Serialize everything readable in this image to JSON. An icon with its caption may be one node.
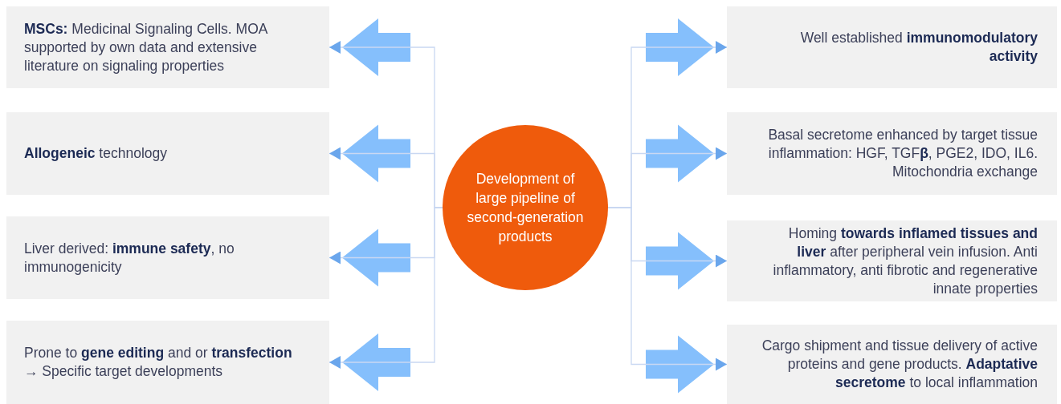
{
  "diagram": {
    "nodes": [
      {
        "text": [
          "Development of large pipeline of second-generation products"
        ]
      },
      {
        "text": [
          "**MSCs:** Medicinal Signaling Cells. MOA supported by own data and extensive literature on signaling properties"
        ]
      },
      {
        "text": [
          "**Allogeneic** technology"
        ]
      },
      {
        "text": [
          "Liver derived: **immune safety**, no immunogenicity"
        ]
      },
      {
        "text": [
          "Prone to **gene editing** and or **transfection** → Specific target developments"
        ]
      },
      {
        "text": [
          "Well established **immunomodulatory activity**"
        ]
      },
      {
        "text": [
          "Basal secretome enhanced by target tissue inflammation: HGF, TGF**β**, PGE2, IDO, IL6. Mitochondria exchange"
        ]
      },
      {
        "text": [
          "Homing **towards inflamed tissues and liver** after peripheral vein infusion. Anti inflammatory, anti fibrotic and regenerative innate properties"
        ]
      },
      {
        "text": [
          "Cargo shipment and tissue delivery of active proteins and gene products. **Adaptative secretome** to local inflammation"
        ]
      }
    ],
    "edges": [
      {
        "from": 0,
        "to": 1,
        "arrow": "to"
      },
      {
        "from": 0,
        "to": 2,
        "arrow": "to"
      },
      {
        "from": 0,
        "to": 3,
        "arrow": "to"
      },
      {
        "from": 0,
        "to": 4,
        "arrow": "to"
      },
      {
        "from": 0,
        "to": 5,
        "arrow": "to"
      },
      {
        "from": 0,
        "to": 6,
        "arrow": "to"
      },
      {
        "from": 0,
        "to": 7,
        "arrow": "to"
      },
      {
        "from": 0,
        "to": 8,
        "arrow": "to"
      }
    ]
  }
}
